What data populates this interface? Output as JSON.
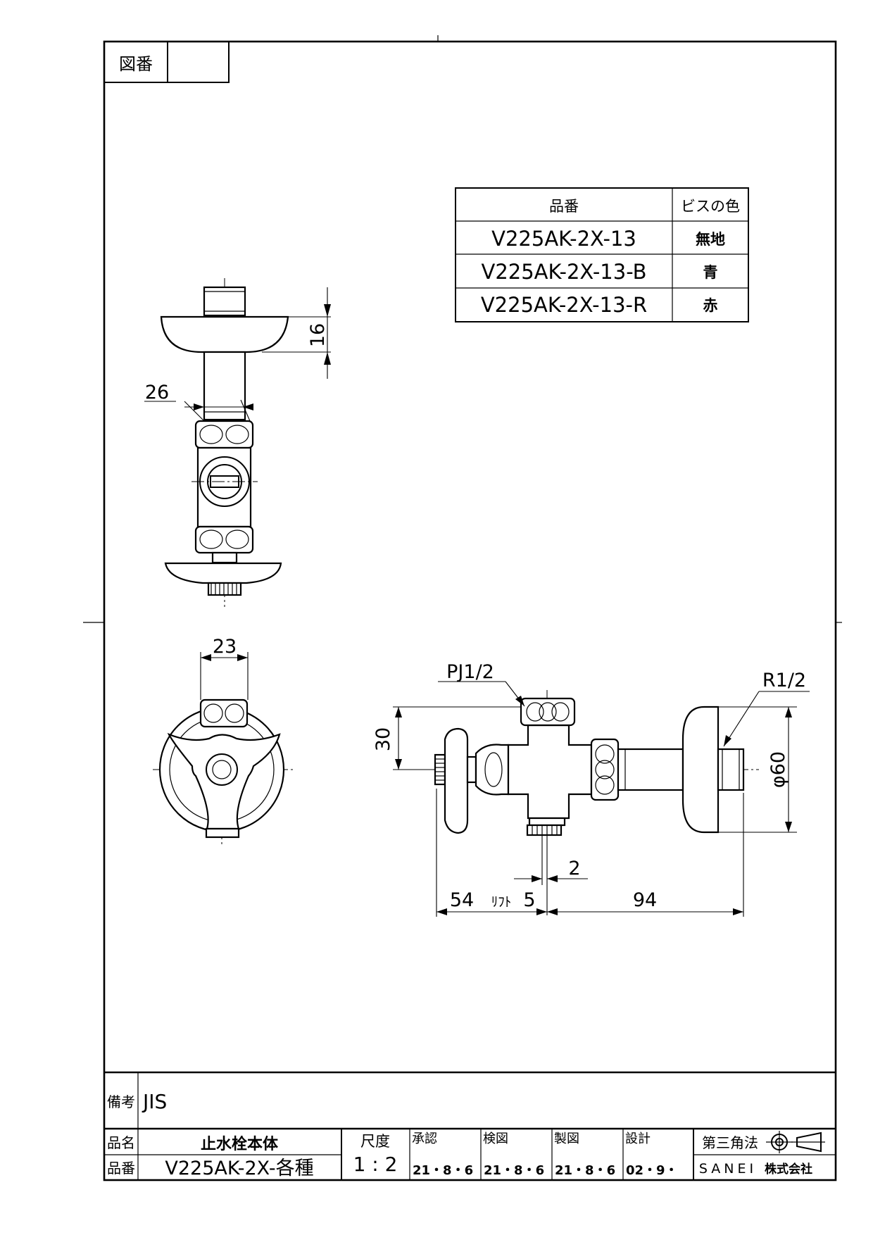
{
  "drawing_number": {
    "label": "図番",
    "value": ""
  },
  "variants_table": {
    "headers": [
      "品番",
      "ビスの色"
    ],
    "rows": [
      {
        "part": "V225AK-2X-13",
        "color": "無地"
      },
      {
        "part": "V225AK-2X-13-B",
        "color": "青"
      },
      {
        "part": "V225AK-2X-13-R",
        "color": "赤"
      }
    ]
  },
  "dimensions": {
    "top_view_height": "16",
    "top_view_width": "26",
    "side_view_width": "23",
    "front_port": "PJ1/2",
    "front_thread": "R1/2",
    "front_height": "30",
    "front_diameter": "φ60",
    "front_gap": "2",
    "front_left_length": "54",
    "front_lift_label": "ﾘﾌﾄ",
    "front_lift_value": "5",
    "front_right_length": "94"
  },
  "title_block": {
    "remarks_label": "備考",
    "remarks_value": "JIS",
    "name_label": "品名",
    "name_value": "止水栓本体",
    "number_label": "品番",
    "number_value": "V225AK-2X-各種",
    "scale_label": "尺度",
    "scale_value": "1 : 2",
    "approval_label": "承認",
    "approval_date": "21・8・6",
    "check_label": "検図",
    "check_date": "21・8・6",
    "draft_label": "製図",
    "draft_date": "21・8・6",
    "design_label": "設計",
    "design_date": "02・9・",
    "projection_label": "第三角法",
    "company": "SANEI",
    "company_suffix": "株式会社"
  }
}
